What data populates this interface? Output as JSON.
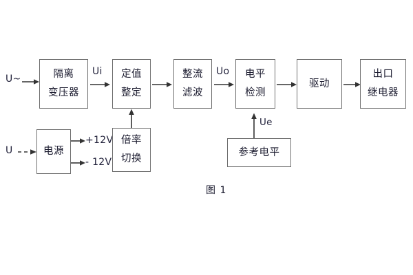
{
  "figure": {
    "caption": "图 1",
    "background_color": "#ffffff",
    "stroke_color": "#333333",
    "box_border_color": "#6e6e6e",
    "text_color": "#1a1a2e"
  },
  "blocks": [
    {
      "id": "isolation-transformer",
      "lines": [
        "隔离",
        "变压器"
      ]
    },
    {
      "id": "setting-value",
      "lines": [
        "定值",
        "整定"
      ]
    },
    {
      "id": "rectify-filter",
      "lines": [
        "整流",
        "滤波"
      ]
    },
    {
      "id": "level-detection",
      "lines": [
        "电平",
        "检测"
      ]
    },
    {
      "id": "driver",
      "lines": [
        "驱动"
      ]
    },
    {
      "id": "output-relay",
      "lines": [
        "出口",
        "继电器"
      ]
    },
    {
      "id": "power-supply",
      "lines": [
        "电源"
      ]
    },
    {
      "id": "multiplier-switch",
      "lines": [
        "倍率",
        "切换"
      ]
    },
    {
      "id": "reference-level",
      "lines": [
        "参考电平"
      ]
    }
  ],
  "signals": {
    "input_ac": "U~",
    "input_dc": "U",
    "ui": "Ui",
    "uo": "Uo",
    "ue": "Ue",
    "rail_positive": "+12V",
    "rail_negative": "- 12V"
  }
}
